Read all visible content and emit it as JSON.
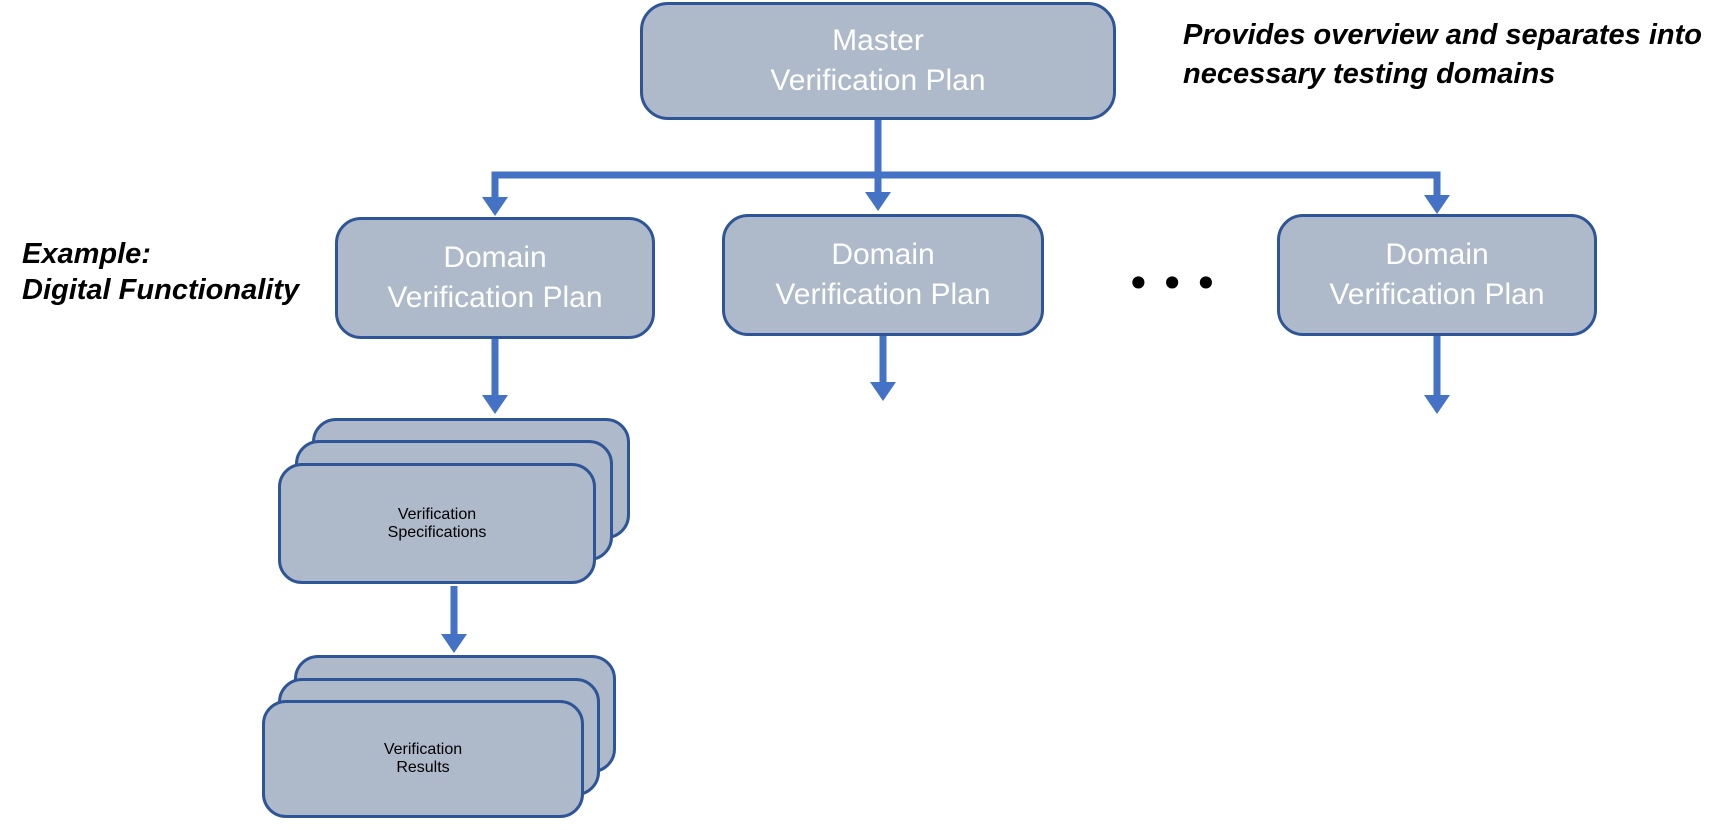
{
  "colors": {
    "background": "#ffffff",
    "node_fill": "#aeb9ca",
    "node_border": "#2e5597",
    "node_text": "#ffffff",
    "arrow": "#4472c4",
    "note_text": "#000000",
    "dots": "#000000"
  },
  "nodes": {
    "master": {
      "lines": [
        "Master",
        "Verification Plan"
      ]
    },
    "domain_plans": [
      {
        "lines": [
          "Domain",
          "Verification Plan"
        ]
      },
      {
        "lines": [
          "Domain",
          "Verification Plan"
        ]
      },
      {
        "lines": [
          "Domain",
          "Verification Plan"
        ]
      }
    ],
    "verification_specifications": {
      "lines": [
        "Verification",
        "Specifications"
      ],
      "stack_count": 3
    },
    "verification_results": {
      "lines": [
        "Verification",
        "Results"
      ],
      "stack_count": 3
    }
  },
  "annotations": {
    "master_note": {
      "lines": [
        "Provides overview and separates into",
        "necessary testing domains"
      ]
    },
    "example_note": {
      "lines": [
        "Example:",
        "Digital Functionality"
      ]
    },
    "more_domains": "•••"
  }
}
